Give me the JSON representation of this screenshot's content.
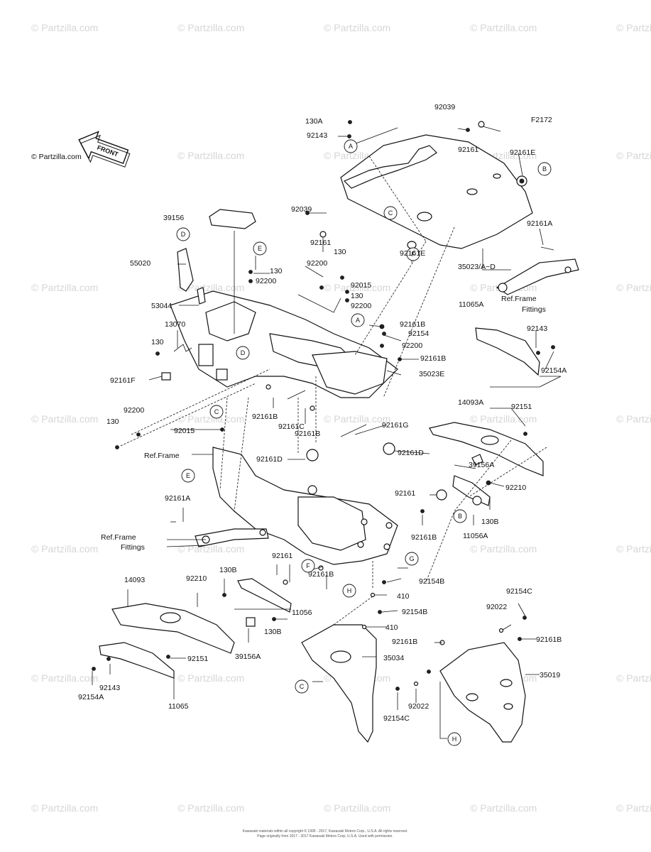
{
  "figure_code": "F2172",
  "watermark": "© Partzilla.com",
  "front_label": "FRONT",
  "copyright_line1": "Kawasaki materials within all copyright © 1995 - 2017, Kawasaki Motors Corp., U.S.A. All rights reserved.",
  "copyright_line2": "Page originally from 2017 - 2017 Kawasaki Motors Corp, U.S.A. Used with permission.",
  "part_labels": [
    "92039",
    "130A",
    "92143",
    "92161",
    "92161E",
    "92039",
    "92161",
    "92161E",
    "35023/A~D",
    "92161A",
    "39156",
    "55020",
    "53044",
    "13070",
    "130",
    "92161F",
    "130",
    "92200",
    "130",
    "92200",
    "92015",
    "130",
    "92200",
    "92161B",
    "92154",
    "92200",
    "92161B",
    "35023E",
    "92200",
    "130",
    "92015",
    "92161B",
    "92161C",
    "92161B",
    "92161G",
    "Ref.Frame",
    "Ref.Frame",
    "Fittings",
    "11065A",
    "92143",
    "92154A",
    "14093A",
    "92151",
    "92161D",
    "92161D",
    "39156A",
    "92210",
    "92161",
    "11056A",
    "130B",
    "92161A",
    "Ref.Frame",
    "Fittings",
    "92161",
    "92161B",
    "92161B",
    "130B",
    "92210",
    "14093",
    "11056",
    "130B",
    "39156A",
    "92151",
    "92143",
    "92154A",
    "11065",
    "92154B",
    "410",
    "92154B",
    "410",
    "92161B",
    "35034",
    "92154C",
    "92022",
    "92161B",
    "35019",
    "92022",
    "92154C"
  ],
  "callout_letters": [
    "A",
    "B",
    "C",
    "D",
    "E",
    "F",
    "G",
    "H"
  ],
  "icons": [
    "front-arrow-icon"
  ]
}
